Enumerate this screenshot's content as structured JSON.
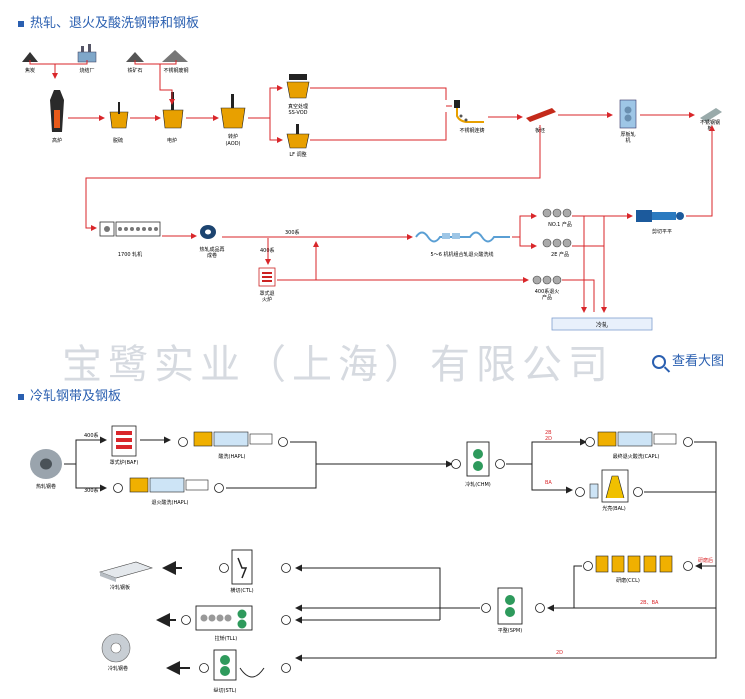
{
  "section_hot": {
    "title": "热轧、退火及酸洗钢带和钢板"
  },
  "section_cold": {
    "title": "冷轧钢带及钢板"
  },
  "watermark": "宝鹭实业（上海）有限公司",
  "zoom_link": "查看大图",
  "hot": {
    "raw_materials": [
      "焦炭",
      "烧结厂",
      "铁矿石",
      "不锈钢废钢"
    ],
    "furnace": "高炉",
    "desulfur": "脱硫",
    "eaf": "电炉",
    "converter": "转炉",
    "converter_sub": "(AOD)",
    "vod_top": "真空处理",
    "vod_sub": "SS-VOD",
    "lf": "LF 调整",
    "continuous_caster": "不锈钢连铸",
    "slab": "板坯",
    "plate_mill_1": "厚板轧",
    "plate_mill_2": "机",
    "stainless_plate_1": "不锈钢钢",
    "stainless_plate_2": "板",
    "mill_1700": "1700 轧机",
    "coiler_1": "热轧成品再",
    "coiler_2": "成卷",
    "label_300": "300系",
    "label_400": "400系",
    "bell_1": "罩式退",
    "bell_2": "火炉",
    "pickling_line": "5～6 机机组合轧退火酸洗线",
    "product_no1": "NO.1 产品",
    "product_2e": "2E 产品",
    "product_400_1": "400系退火",
    "product_400_2": "产品",
    "leveler": "剪切平平",
    "cold_box": "冷轧"
  },
  "cold": {
    "hot_coil": "热轧钢卷",
    "label_400": "400系",
    "label_300": "300系",
    "baf": "罩式炉(BAF)",
    "hapl_top": "酸洗(HAPL)",
    "hapl_bot": "退火酸洗(HAPL)",
    "chm": "冷轧(CHM)",
    "label_2b_1": "2B",
    "label_2d": "2D",
    "label_ba": "BA",
    "capl": "最终退火酸洗(CAPL)",
    "bal": "光亮(BAL)",
    "ccl": "研磨(CCL)",
    "grind_label": "研磨后",
    "label_2b_ba": "2B、BA",
    "label_2d_bottom": "2D",
    "spm": "平整(SPM)",
    "ctl": "横切(CTL)",
    "tll": "拉矫(TLL)",
    "stl": "纵切(STL)",
    "cold_sheet": "冷轧钢板",
    "cold_coil": "冷轧钢卷"
  }
}
